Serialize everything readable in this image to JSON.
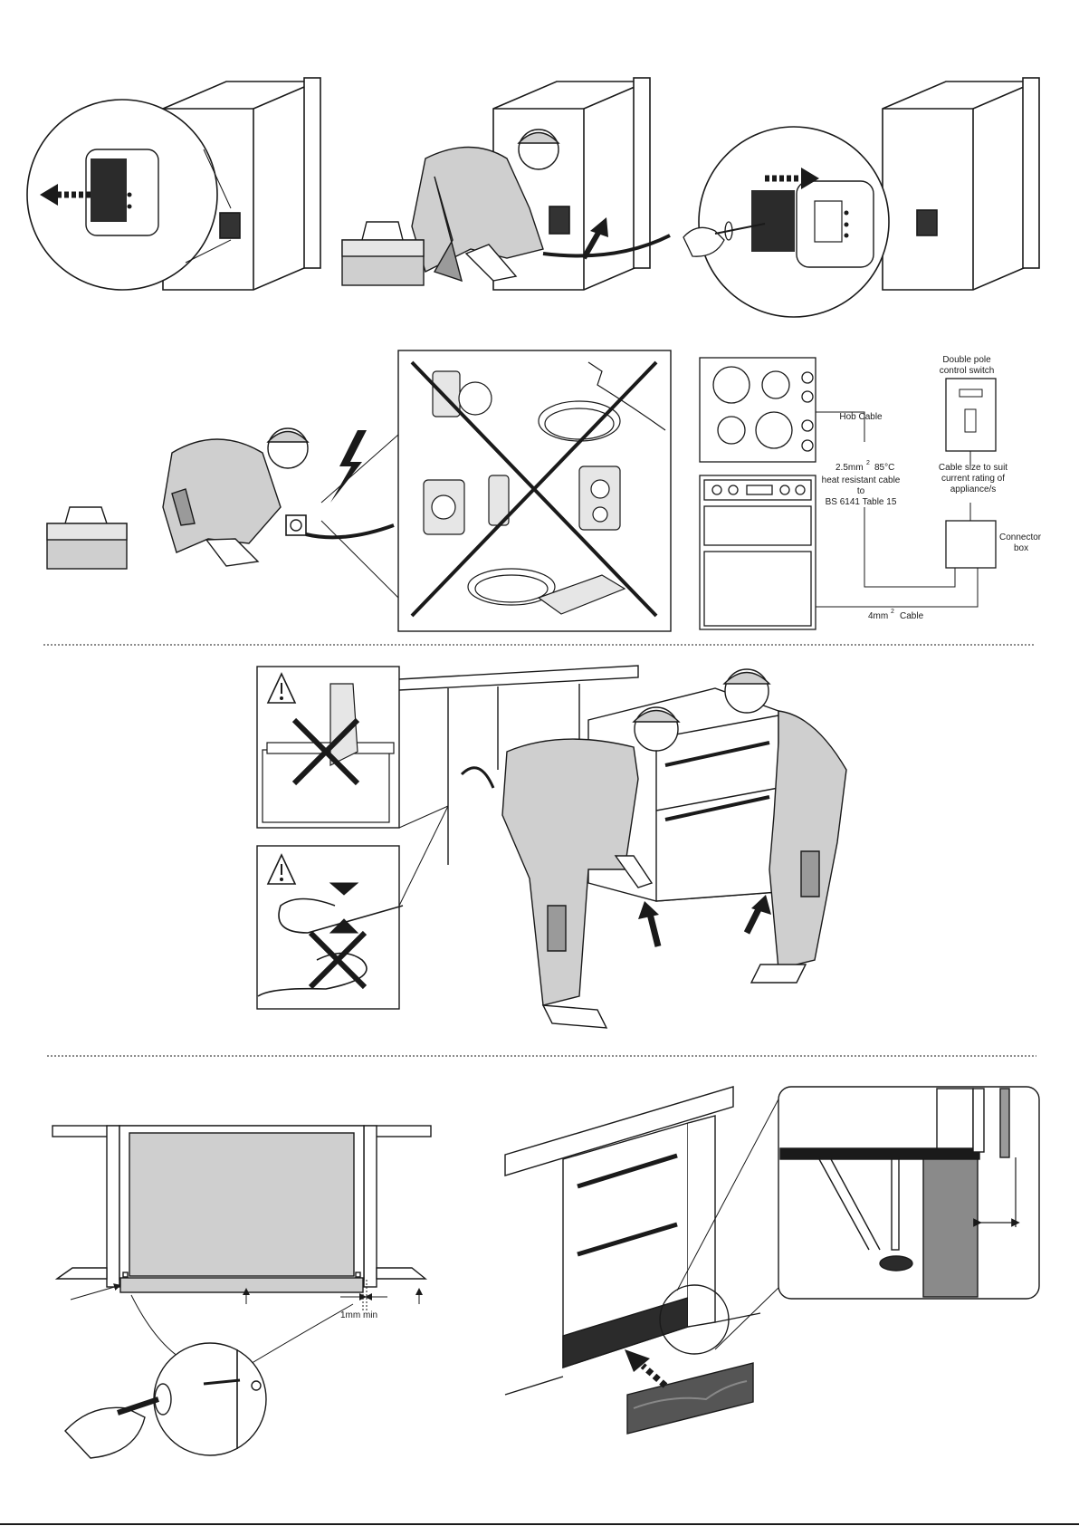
{
  "wiring": {
    "hob_cable": "Hob Cable",
    "switch_line1": "Double pole",
    "switch_line2": "control switch",
    "spec_line1": "2.5mm",
    "spec_sup": "2",
    "spec_temp": "85°C",
    "spec_line2": "heat resistant cable",
    "spec_line3": "to",
    "spec_line4": "BS 6141 Table 15",
    "cable_size_line1": "Cable size to suit",
    "cable_size_line2": "current rating of",
    "cable_size_line3": "appliance/s",
    "connector_line1": "Connector",
    "connector_line2": "box",
    "main_cable": "4mm",
    "main_cable_sup": "2",
    "main_cable_unit": "Cable"
  },
  "install": {
    "gap_label": "1mm min"
  },
  "colors": {
    "line": "#1a1a1a",
    "panel_grey": "#cfcfcf",
    "mid_grey": "#9a9a9a",
    "dark": "#2b2b2b"
  }
}
